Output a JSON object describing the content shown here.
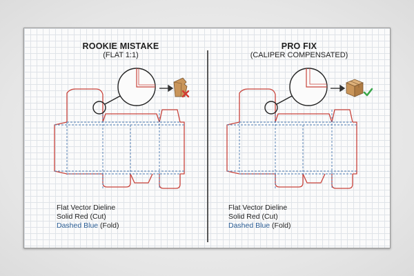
{
  "left_panel": {
    "title": "ROOKIE MISTAKE",
    "subtitle": "(FLAT 1:1)",
    "legend": {
      "line1": "Flat Vector Dieline",
      "line2": "Solid Red (Cut)",
      "line3_highlight": "Dashed Blue",
      "line3_rest": " (Fold)"
    },
    "result_icon": "damaged-box-icon",
    "status_icon": "red-x-icon"
  },
  "right_panel": {
    "title": "PRO FIX",
    "subtitle": "(CALIPER COMPENSATED)",
    "legend": {
      "line1": "Flat Vector Dieline",
      "line2": "Solid Red (Cut)",
      "line3_highlight": "Dashed Blue",
      "line3_rest": " (Fold)"
    },
    "result_icon": "intact-box-icon",
    "status_icon": "green-check-icon"
  },
  "colors": {
    "cut": "#c8423a",
    "fold": "#4a78b0",
    "fold_text": "#2a5d95",
    "error": "#d23b33",
    "success": "#3aa64a",
    "box": "#c9955a"
  }
}
